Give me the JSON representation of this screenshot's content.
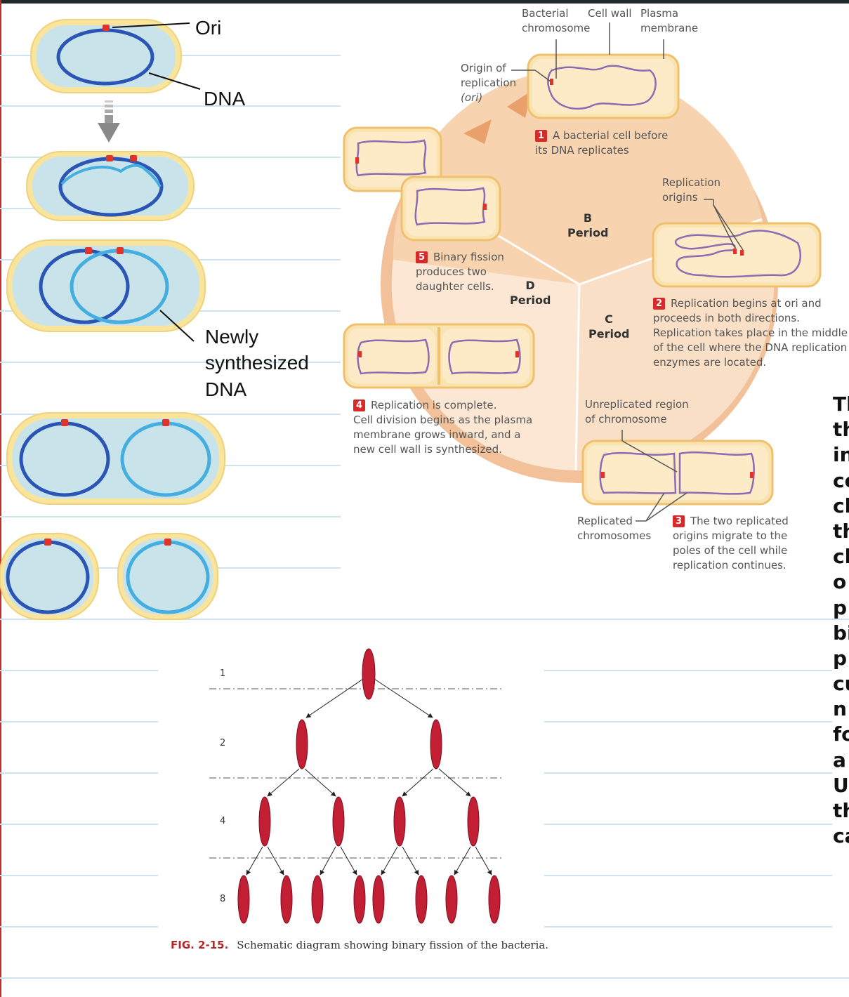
{
  "left_panel": {
    "ori_label": "Ori",
    "dna_label": "DNA",
    "new_dna_label_lines": [
      "Newly",
      "synthesized",
      "DNA"
    ]
  },
  "cycle_diagram": {
    "top_labels": {
      "bacterial_chromosome": [
        "Bacterial",
        "chromosome"
      ],
      "cell_wall": "Cell wall",
      "plasma_membrane": [
        "Plasma",
        "membrane"
      ]
    },
    "origin_label": [
      "Origin of",
      "replication",
      "(ori)"
    ],
    "steps": [
      {
        "num": "1",
        "lines": [
          "A bacterial cell before",
          "its DNA replicates"
        ]
      },
      {
        "num": "2",
        "lines": [
          "Replication begins at ori and",
          "proceeds in both directions.",
          "Replication takes place in the middle",
          "of the cell where the DNA replication",
          "enzymes are located."
        ]
      },
      {
        "num": "3",
        "lines": [
          "The two replicated",
          "origins migrate to the",
          "poles of the cell while",
          "replication continues."
        ]
      },
      {
        "num": "4",
        "lines": [
          "Replication is complete.",
          "Cell division begins as the plasma",
          "membrane grows inward, and a",
          "new cell wall is synthesized."
        ]
      },
      {
        "num": "5",
        "lines": [
          "Binary fission",
          "produces two",
          "daughter cells."
        ]
      }
    ],
    "replication_origins_label": [
      "Replication",
      "origins"
    ],
    "unreplicated_label": [
      "Unreplicated region",
      "of chromosome"
    ],
    "replicated_label": [
      "Replicated",
      "chromosomes"
    ],
    "periods": [
      {
        "letter": "B",
        "word": "Period"
      },
      {
        "letter": "C",
        "word": "Period"
      },
      {
        "letter": "D",
        "word": "Period"
      }
    ]
  },
  "fission_figure": {
    "row_labels": [
      "1",
      "2",
      "4",
      "8"
    ],
    "caption_number": "FIG. 2-15.",
    "caption_text": "Schematic diagram showing binary fission of the bacteria."
  },
  "side_text_fragments": [
    "Tl",
    "th",
    "in",
    "co",
    "cl",
    "th",
    "cl",
    "o",
    "p",
    "bi",
    "p",
    "cu",
    "n",
    "fo",
    "a",
    "U",
    "th",
    "ca"
  ],
  "colors": {
    "cell_yellow": "#f8e49c",
    "cytoplasm_blue": "#c9e3ea",
    "dna_dark": "#2a55b5",
    "dna_light": "#45aee0",
    "ori_red": "#e0342a",
    "cycle_orange": "#f2c19a",
    "bacterium_red": "#c21f35",
    "step_red": "#d62b2b"
  }
}
